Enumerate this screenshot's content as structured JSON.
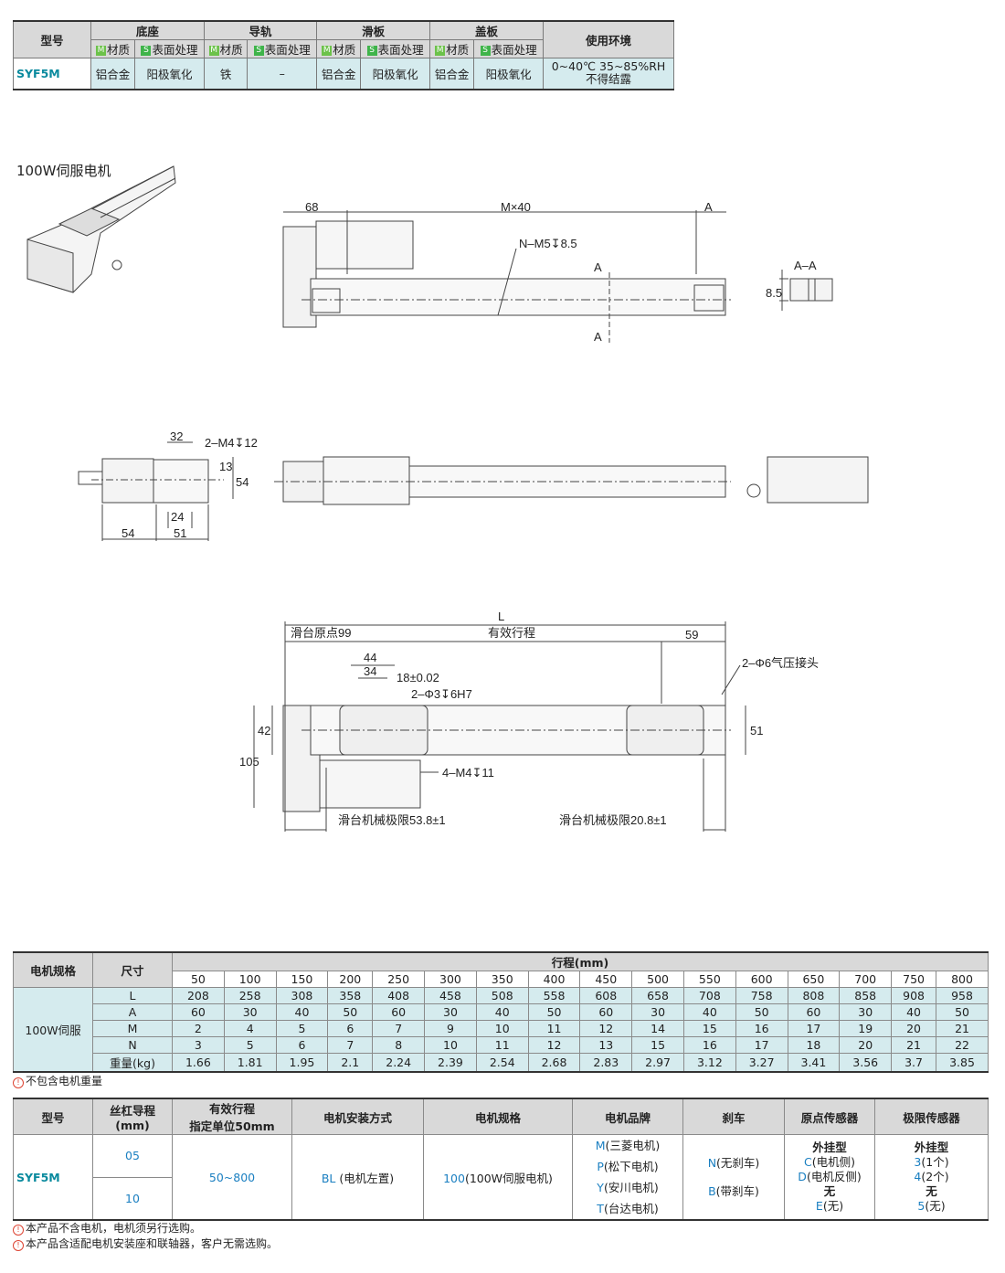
{
  "spec_table": {
    "col_model": "型号",
    "groups": [
      "底座",
      "导轨",
      "滑板",
      "盖板"
    ],
    "material_label": "材质",
    "surface_label": "表面处理",
    "env_label": "使用环境",
    "model": "SYF5M",
    "cells": [
      "铝合金",
      "阳极氧化",
      "铁",
      "–",
      "铝合金",
      "阳极氧化",
      "铝合金",
      "阳极氧化"
    ],
    "env_line1": "0~40℃  35~85%RH",
    "env_line2": "不得结露"
  },
  "drawing": {
    "title": "100W伺服电机",
    "labels": {
      "d68": "68",
      "mx40": "M×40",
      "a_top": "A",
      "n_m5": "N–M5↧8.5",
      "sec_a": "A",
      "sec_a2": "A",
      "aa": "A–A",
      "d85": "8.5",
      "d32": "32",
      "m4_12": "2–M4↧12",
      "d13": "13",
      "d54v": "54",
      "d24": "24",
      "d54": "54",
      "d51": "51",
      "L": "L",
      "origin99": "滑台原点99",
      "stroke": "有效行程",
      "d59": "59",
      "d44": "44",
      "d34": "34",
      "d18": "18±0.02",
      "phi3": "2–Φ3↧6H7",
      "phi6": "2–Φ6气压接头",
      "d42": "42",
      "d105": "105",
      "d51v": "51",
      "m4_11": "4–M4↧11",
      "lim1": "滑台机械极限53.8±1",
      "lim2": "滑台机械极限20.8±1"
    }
  },
  "dim_table": {
    "h_motor": "电机规格",
    "h_size": "尺寸",
    "h_stroke": "行程(mm)",
    "strokes": [
      "50",
      "100",
      "150",
      "200",
      "250",
      "300",
      "350",
      "400",
      "450",
      "500",
      "550",
      "600",
      "650",
      "700",
      "750",
      "800"
    ],
    "motor": "100W伺服",
    "rows": [
      {
        "label": "L",
        "values": [
          "208",
          "258",
          "308",
          "358",
          "408",
          "458",
          "508",
          "558",
          "608",
          "658",
          "708",
          "758",
          "808",
          "858",
          "908",
          "958"
        ]
      },
      {
        "label": "A",
        "values": [
          "60",
          "30",
          "40",
          "50",
          "60",
          "30",
          "40",
          "50",
          "60",
          "30",
          "40",
          "50",
          "60",
          "30",
          "40",
          "50"
        ]
      },
      {
        "label": "M",
        "values": [
          "2",
          "4",
          "5",
          "6",
          "7",
          "9",
          "10",
          "11",
          "12",
          "14",
          "15",
          "16",
          "17",
          "19",
          "20",
          "21"
        ]
      },
      {
        "label": "N",
        "values": [
          "3",
          "5",
          "6",
          "7",
          "8",
          "10",
          "11",
          "12",
          "13",
          "15",
          "16",
          "17",
          "18",
          "20",
          "21",
          "22"
        ]
      },
      {
        "label": "重量(kg)",
        "values": [
          "1.66",
          "1.81",
          "1.95",
          "2.1",
          "2.24",
          "2.39",
          "2.54",
          "2.68",
          "2.83",
          "2.97",
          "3.12",
          "3.27",
          "3.41",
          "3.56",
          "3.7",
          "3.85"
        ]
      }
    ],
    "note": "不包含电机重量"
  },
  "order_table": {
    "headers": [
      "型号",
      "丝杠导程",
      "(mm)",
      "有效行程",
      "指定单位50mm",
      "电机安装方式",
      "电机规格",
      "电机品牌",
      "刹车",
      "原点传感器",
      "极限传感器"
    ],
    "model": "SYF5M",
    "leads": [
      "05",
      "10"
    ],
    "stroke_range": "50~800",
    "mount_code": "BL",
    "mount_text": "(电机左置)",
    "motor_code": "100",
    "motor_text": "(100W伺服电机)",
    "brands": [
      {
        "code": "M",
        "text": "(三菱电机)"
      },
      {
        "code": "P",
        "text": "(松下电机)"
      },
      {
        "code": "Y",
        "text": "(安川电机)"
      },
      {
        "code": "T",
        "text": "(台达电机)"
      }
    ],
    "brakes": [
      {
        "code": "N",
        "text": "(无刹车)"
      },
      {
        "code": "B",
        "text": "(带刹车)"
      }
    ],
    "origin": {
      "t1": "外挂型",
      "c1": "C",
      "x1": "(电机侧)",
      "c2": "D",
      "x2": "(电机反侧)",
      "t2": "无",
      "c3": "E",
      "x3": "(无)"
    },
    "limit": {
      "t1": "外挂型",
      "c1": "3",
      "x1": "(1个)",
      "c2": "4",
      "x2": "(2个)",
      "t2": "无",
      "c3": "5",
      "x3": "(无)"
    },
    "notes": [
      "本产品不含电机，电机须另行选购。",
      "本产品含适配电机安装座和联轴器，客户无需选购。"
    ]
  }
}
